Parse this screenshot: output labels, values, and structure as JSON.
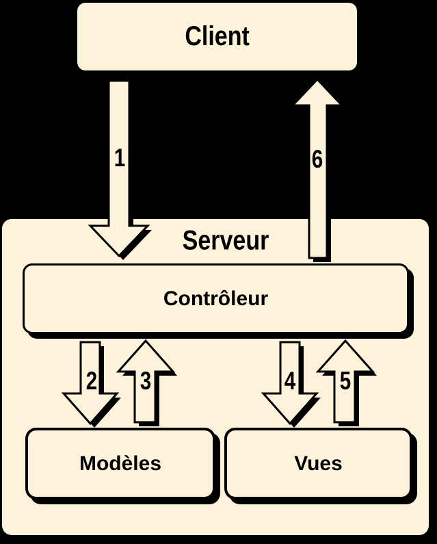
{
  "diagram_title": "",
  "colors": {
    "background": "#000000",
    "node_fill": "#FDF2DA",
    "outline": "#000000",
    "text": "#000000"
  },
  "nodes": {
    "client": {
      "label": "Client"
    },
    "server": {
      "label": "Serveur"
    },
    "controller": {
      "label": "Contrôleur"
    },
    "models": {
      "label": "Modèles"
    },
    "views": {
      "label": "Vues"
    }
  },
  "arrows": [
    {
      "label": "1",
      "direction": "down",
      "from": "client",
      "to": "controller"
    },
    {
      "label": "2",
      "direction": "down",
      "from": "controller",
      "to": "models"
    },
    {
      "label": "3",
      "direction": "up",
      "from": "models",
      "to": "controller"
    },
    {
      "label": "4",
      "direction": "down",
      "from": "controller",
      "to": "views"
    },
    {
      "label": "5",
      "direction": "up",
      "from": "views",
      "to": "controller"
    },
    {
      "label": "6",
      "direction": "up",
      "from": "controller",
      "to": "client"
    }
  ]
}
